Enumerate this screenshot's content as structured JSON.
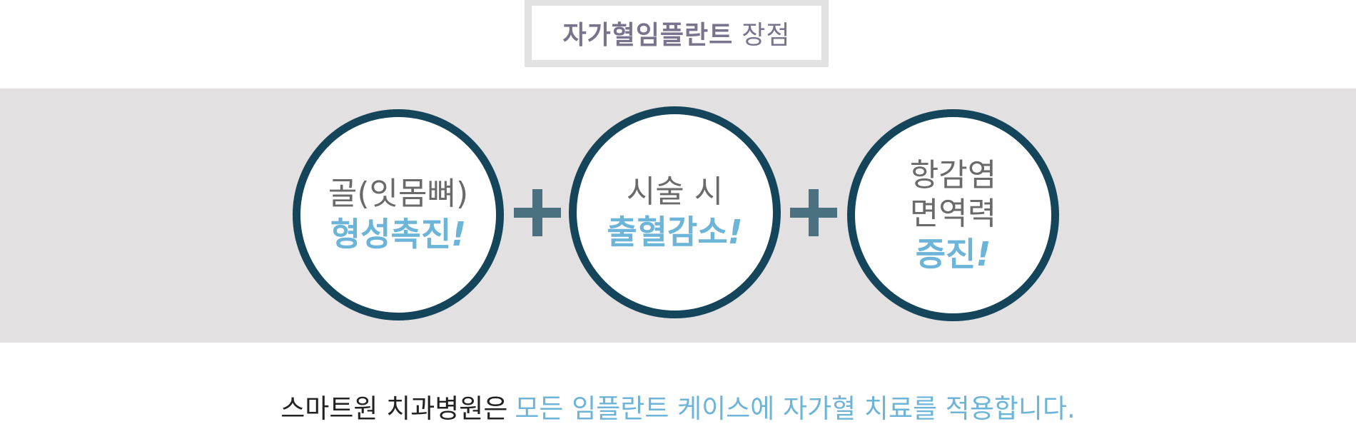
{
  "header": {
    "title_strong": "자가혈임플란트",
    "title_normal": "장점"
  },
  "benefits": [
    {
      "line1": "골(잇몸뼈)",
      "accent": "형성촉진",
      "exclaim": "!"
    },
    {
      "line1": "시술 시",
      "accent": "출혈감소",
      "exclaim": "!"
    },
    {
      "line1": "항감염",
      "line2": "면역력",
      "accent": "증진",
      "exclaim": "!"
    }
  ],
  "plus_icons": [
    "plus-icon",
    "plus-icon"
  ],
  "footer": {
    "dark": "스마트원 치과병원은",
    "accent": "모든 임플란트 케이스에 자가혈 치료를 적용합니다."
  },
  "colors": {
    "circle_border": "#15455a",
    "accent": "#6cb4d8",
    "plus": "#4b7180",
    "band": "#e2e0e1",
    "title": "#7a738e"
  }
}
